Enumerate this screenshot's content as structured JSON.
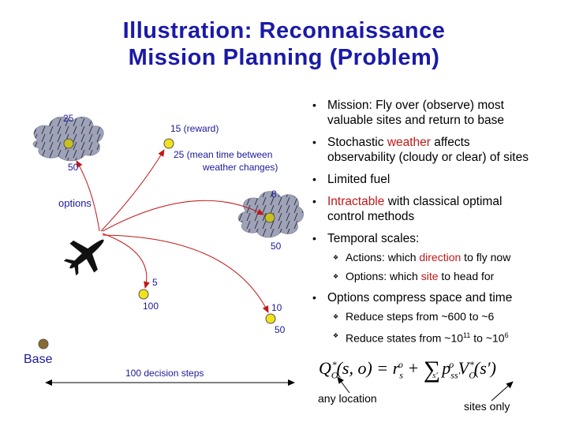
{
  "title": {
    "line1": "Illustration: Reconnaissance",
    "line2": "Mission Planning (Problem)"
  },
  "diagram": {
    "cloud_left_value": "25",
    "cloud_left_below": "50",
    "site_top_reward": "15 (reward)",
    "site_top_time": "25 (mean time between",
    "site_top_time2": "weather changes)",
    "options_label": "options",
    "cloud_right_value": "8",
    "cloud_right_below": "50",
    "site_mid_value": "5",
    "site_mid_below": "100",
    "site_bottom_value": "10",
    "site_bottom_below": "50",
    "base_label": "Base",
    "decision_steps": "100 decision steps"
  },
  "bullets": {
    "mission_1": "Mission: Fly over (observe) most",
    "mission_2": "valuable sites and return to base",
    "stochastic_a": "Stochastic ",
    "stochastic_weather": "weather",
    "stochastic_b": " affects",
    "stochastic_2": "observability (cloudy or clear) of sites",
    "fuel": "Limited fuel",
    "intractable_red": "Intractable",
    "intractable_b": " with classical optimal",
    "intractable_2": "control methods",
    "temporal": "Temporal scales:",
    "actions_a": "Actions: which ",
    "actions_red": "direction",
    "actions_b": " to fly now",
    "options_a": "Options: which ",
    "options_red": "site",
    "options_b": " to head for",
    "compress": "Options compress space and time",
    "steps": "Reduce steps from ~600 to ~6",
    "states_a": "Reduce states from ~10",
    "states_exp1": "11",
    "states_b": " to ~10",
    "states_exp2": "6"
  },
  "formula": {
    "any_location": "any location",
    "sites_only": "sites only"
  },
  "colors": {
    "title": "#1a1aa8",
    "label": "#1a1a9a",
    "arrow": "#c01818",
    "site": "#f2e21c",
    "cloud": "#9fa3ba",
    "base": "#8b6a2c"
  }
}
